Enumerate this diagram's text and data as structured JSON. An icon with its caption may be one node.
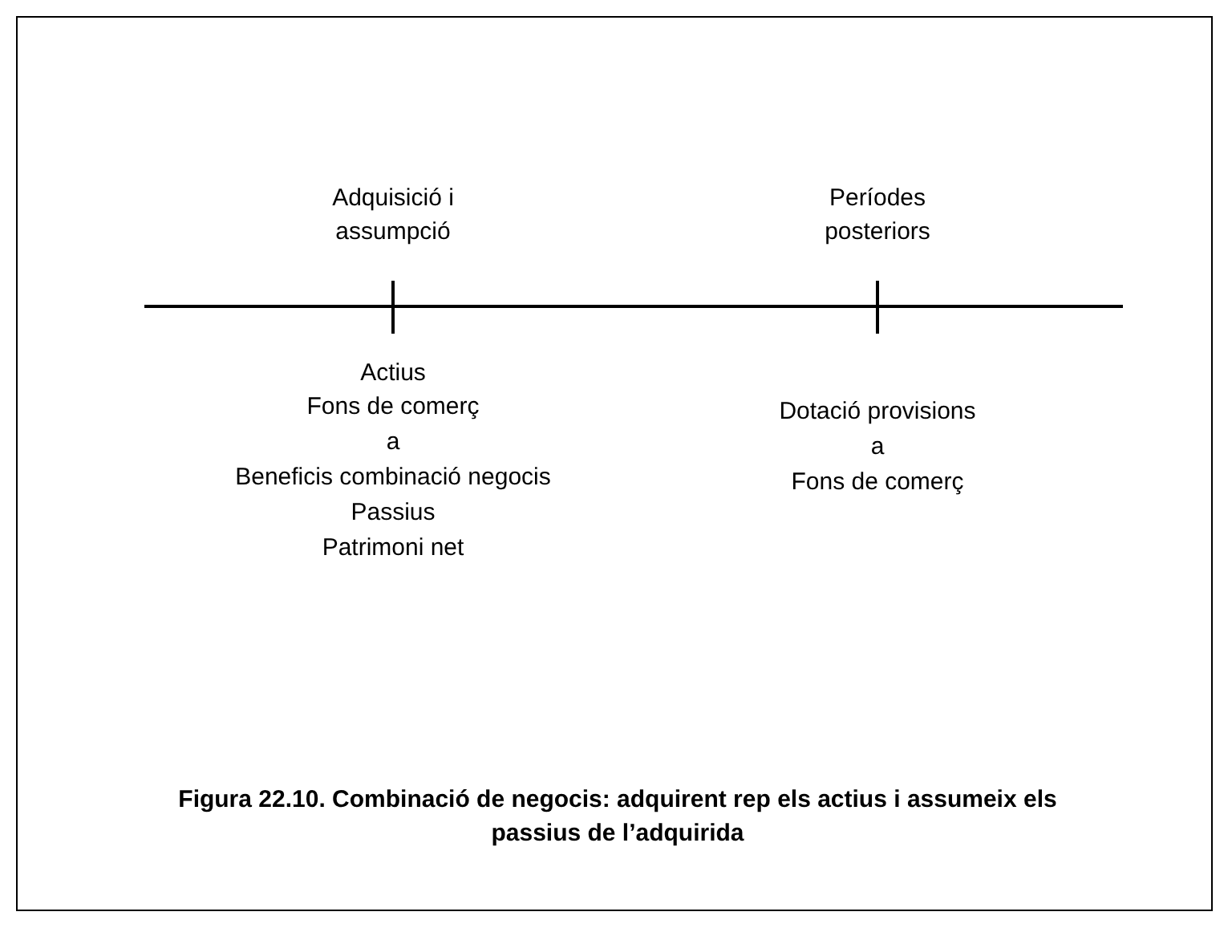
{
  "diagram": {
    "caption": "Figura 22.10. Combinació de negocis: adquirent rep els actius i assumeix els passius de l’adquirida",
    "labels": [
      "Adquisició i assumpció",
      "Períodes posteriors",
      "Actius",
      "Fons de comerç",
      "a",
      "Beneficis combinació negocis",
      "Passius",
      "Patrimoni net",
      "Dotació provisions",
      "a",
      "Fons de comerç"
    ]
  }
}
